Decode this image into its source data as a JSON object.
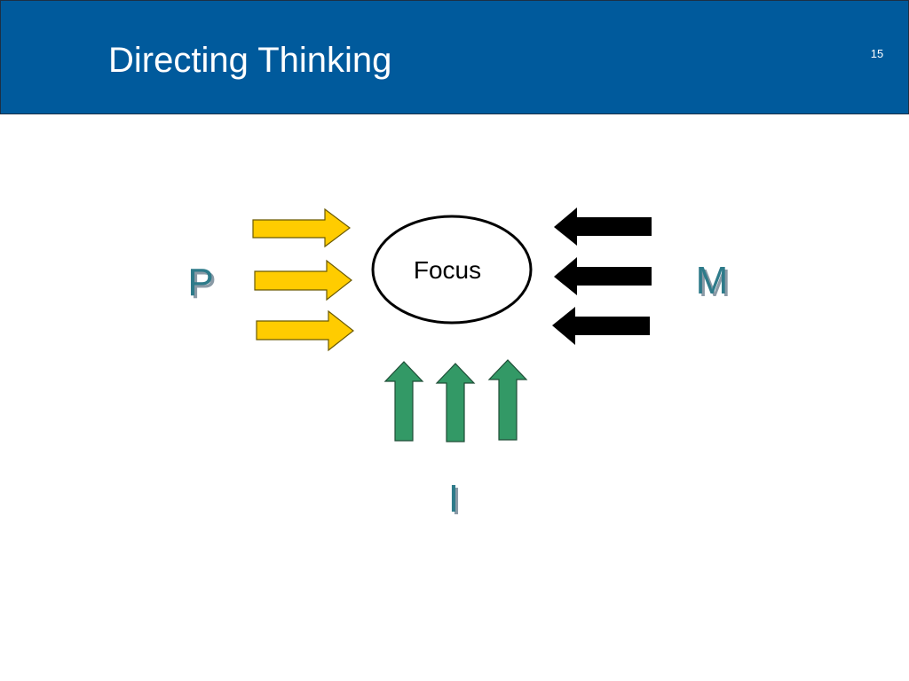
{
  "slide": {
    "title": "Directing Thinking",
    "page_number": "15"
  },
  "diagram": {
    "center_label": "Focus",
    "labels": {
      "left": "P",
      "right": "M",
      "bottom": "I"
    },
    "colors": {
      "header_bg": "#005a9c",
      "left_arrows": "#ffcc00",
      "right_arrows": "#000000",
      "bottom_arrows": "#339966",
      "label_text": "#2e7b8a",
      "label_shadow": "#8a9aa6"
    },
    "arrow_groups": [
      {
        "group": "left",
        "direction": "right",
        "count": 3
      },
      {
        "group": "right",
        "direction": "left",
        "count": 3
      },
      {
        "group": "bottom",
        "direction": "up",
        "count": 3
      }
    ]
  }
}
